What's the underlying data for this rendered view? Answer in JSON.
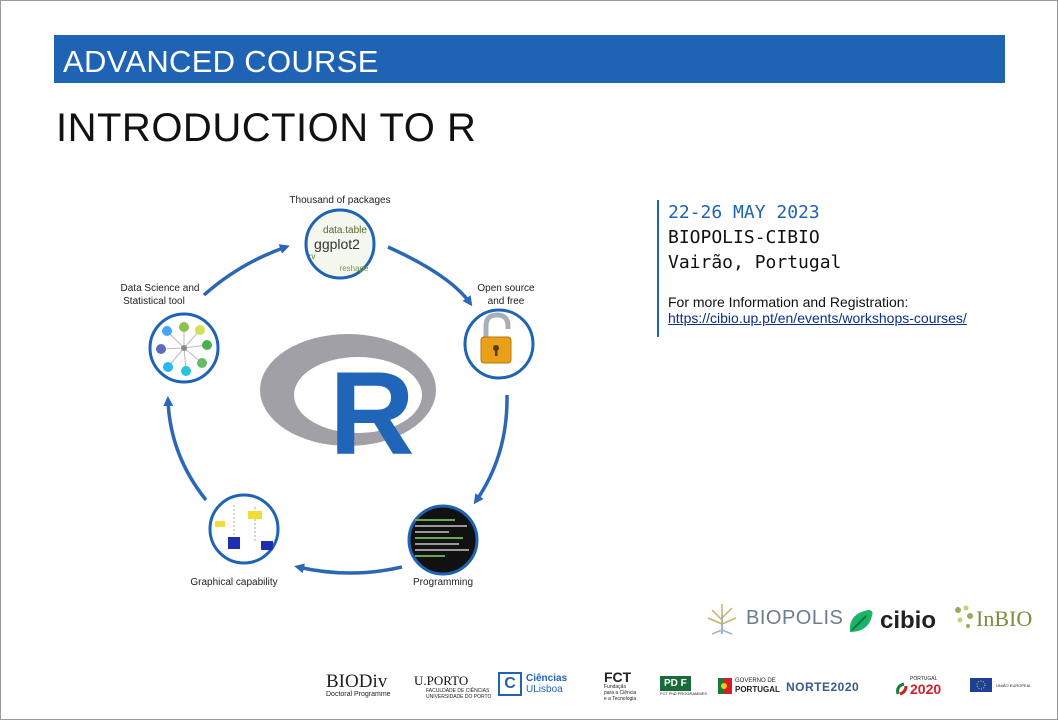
{
  "banner": {
    "label": "ADVANCED COURSE"
  },
  "title": "INTRODUCTION TO R",
  "diagram": {
    "nodes": [
      {
        "label": "Thousand of packages",
        "icon": "word-cloud-icon",
        "words": [
          "data.table",
          "ggplot2",
          "rv",
          "reshape"
        ]
      },
      {
        "label": "Open source and free",
        "label_lines": [
          "Open source",
          "and free"
        ],
        "icon": "open-padlock-icon"
      },
      {
        "label": "Programming",
        "icon": "code-console-icon"
      },
      {
        "label": "Graphical capability",
        "icon": "boxplot-icon"
      },
      {
        "label": "Data Science and Statistical tool",
        "label_lines": [
          "Data Science and",
          "Statistical tool"
        ],
        "icon": "network-dots-icon"
      }
    ],
    "center_logo": {
      "letter": "R",
      "icon": "r-logo-icon"
    },
    "colors": {
      "ring": "#1f64b4",
      "arrow": "#2b67b5",
      "r_blue": "#2066b8",
      "r_gray": "#9a9aa0"
    }
  },
  "event": {
    "date": "22-26 MAY 2023",
    "venue": "BIOPOLIS-CIBIO",
    "location": "Vairão, Portugal",
    "more_info": "For more Information and Registration:",
    "url": "https://cibio.up.pt/en/events/workshops-courses/"
  },
  "partners": {
    "top": [
      "BIOPOLIS",
      "cibio",
      "InBIO"
    ],
    "bottom": {
      "biodiv": {
        "name": "BIODiv",
        "sub": "Doctoral Programme"
      },
      "uporto": {
        "name": "U.PORTO",
        "sub1": "FACULDADE DE CIÊNCIAS",
        "sub2": "UNIVERSIDADE DO PORTO"
      },
      "ciencias": {
        "name1": "Ciências",
        "name2": "ULisboa"
      },
      "fct": {
        "name": "FCT",
        "sub1": "Fundação",
        "sub2": "para a Ciência",
        "sub3": "e a Tecnologia"
      },
      "pdf": {
        "name": "PD F",
        "sub": "FCT PhD PROGRAMMES"
      },
      "governo": {
        "name1": "GOVERNO DE",
        "name2": "PORTUGAL"
      },
      "norte": {
        "name": "NORTE2020"
      },
      "p2020": {
        "small": "PORTUGAL",
        "name": "2020"
      },
      "eu": {
        "name": "UNIÃO EUROPEIA"
      }
    }
  }
}
